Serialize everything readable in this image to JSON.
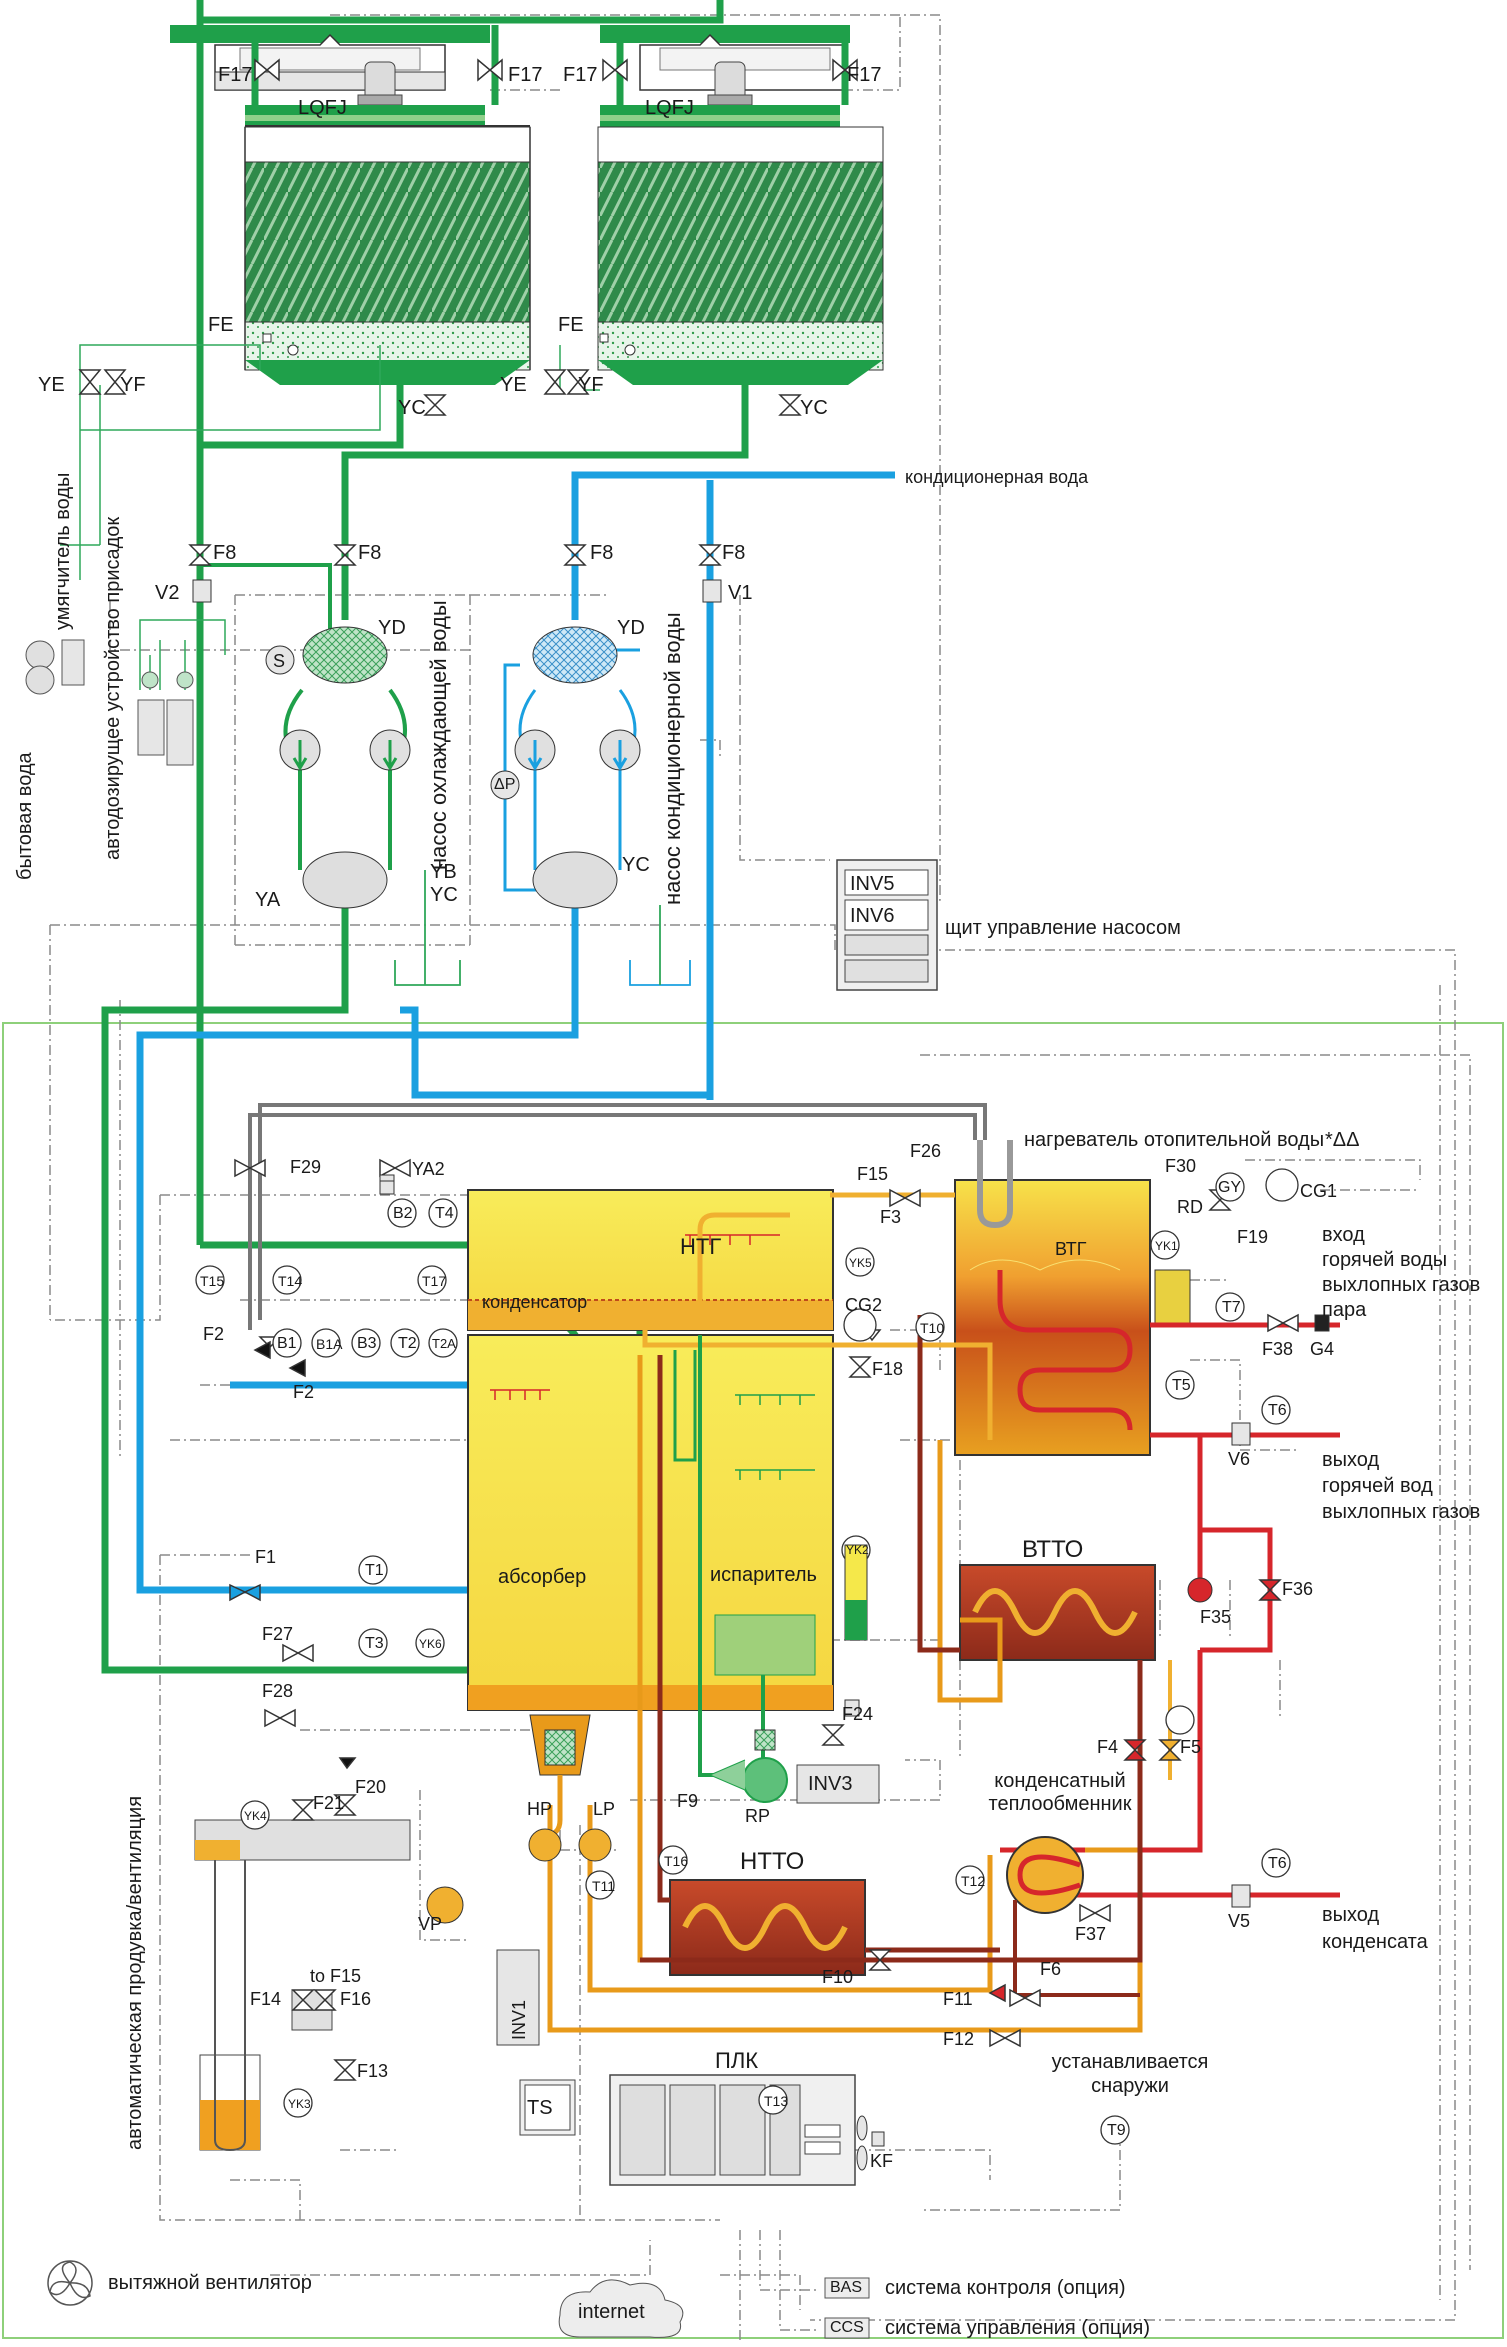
{
  "colors": {
    "cooling": "#1fa04a",
    "chilled": "#1aa0e0",
    "hot": "#d6262b",
    "yellow": "#f5e84a",
    "orange": "#e89a1a",
    "brown": "#8c2a1a",
    "control": "#8a8a8a",
    "frame": "#8ed07a"
  },
  "towers": {
    "fan_label": "LQFJ",
    "valve_top": "F17",
    "float_label": "FE",
    "valve_ye": "YE",
    "valve_yf": "YF",
    "valve_yc": "YC"
  },
  "left_aux": {
    "softener": "умягчитель воды",
    "dosing": "автодозирущее устройство присадок",
    "domestic_water": "бытовая вода"
  },
  "pumps": {
    "cooling_pump": "насос охлаждающей воды",
    "chilled_pump": "насос кондиционерной воды",
    "v1": "V1",
    "v2": "V2",
    "f8": "F8",
    "yd": "YD",
    "ya": "YA",
    "yb": "YB",
    "yc": "YC",
    "s": "S",
    "dp": "ΔP"
  },
  "chilled_water": "кондиционерная вода",
  "pump_panel": {
    "inv5": "INV5",
    "inv6": "INV6",
    "label": "щит управление насосом"
  },
  "heater_label": "нагреватель отопительной воды",
  "heater_mark": "*ΔΔ",
  "vessels": {
    "condenser": "конденсатор",
    "ntg": "НТГ",
    "absorber": "абсорбер",
    "evaporator": "испаритель",
    "vtg": "ВТГ",
    "vtto": "ВТТО",
    "ntto": "НТТО",
    "condensate_hx": "конденсатный теплообменник",
    "inv3": "INV3",
    "inv1": "INV1",
    "rp": "RP",
    "hp": "HP",
    "lp": "LP",
    "vp": "VP"
  },
  "inputs": {
    "title": "вход",
    "hot_water": "горячей воды",
    "exhaust": "выхлопных газов",
    "steam": "пара"
  },
  "outputs": {
    "title": "выход",
    "hot_water": "горячей вод",
    "exhaust": "выхлопных газов",
    "condensate_title": "выход",
    "condensate": "конденсата"
  },
  "instruments": {
    "f1": "F1",
    "f2": "F2",
    "f2b": "F2",
    "f3": "F3",
    "f4": "F4",
    "f5": "F5",
    "f6": "F6",
    "f9": "F9",
    "f10": "F10",
    "f11": "F11",
    "f12": "F12",
    "f13": "F13",
    "f14": "F14",
    "f15": "F15",
    "f16": "F16",
    "f18": "F18",
    "f19": "F19",
    "f20": "F20",
    "f21": "F21",
    "f24": "F24",
    "f26": "F26",
    "f27": "F27",
    "f28": "F28",
    "f29": "F29",
    "f30": "F30",
    "f35": "F35",
    "f36": "F36",
    "f37": "F37",
    "f38": "F38",
    "ya2": "YA2",
    "rd": "RD",
    "gy": "GY",
    "cg1": "CG1",
    "cg2": "CG2",
    "g4": "G4",
    "v5": "V5",
    "v6": "V6",
    "t1": "T1",
    "t2": "T2",
    "t2a": "T2A",
    "t3": "T3",
    "t4": "T4",
    "t5": "T5",
    "t6": "T6",
    "t6b": "T6",
    "t7": "T7",
    "t9": "T9",
    "t10": "T10",
    "t11": "T11",
    "t12": "T12",
    "t13": "T13",
    "t14": "T14",
    "t15": "T15",
    "t16": "T16",
    "t17": "T17",
    "b1": "B1",
    "b1a": "B1A",
    "b2": "B2",
    "b3": "B3",
    "yk1": "YK1",
    "yk2": "YK2",
    "yk3": "YK3",
    "yk4": "YK4",
    "yk5": "YK5",
    "yk6": "YK6",
    "to_f15": "to F15"
  },
  "auto_blow": "автоматическая продувка/вентиляция",
  "outdoor": "устанавливается снаружи",
  "plc": {
    "label": "ПЛК",
    "ts": "TS",
    "kf": "KF"
  },
  "bottom": {
    "exhaust_fan": "вытяжной вентилятор",
    "internet": "internet",
    "bas": "BAS",
    "bas_label": "система контроля (опция)",
    "ccs": "CCS",
    "ccs_label": "система управления (опция)"
  }
}
